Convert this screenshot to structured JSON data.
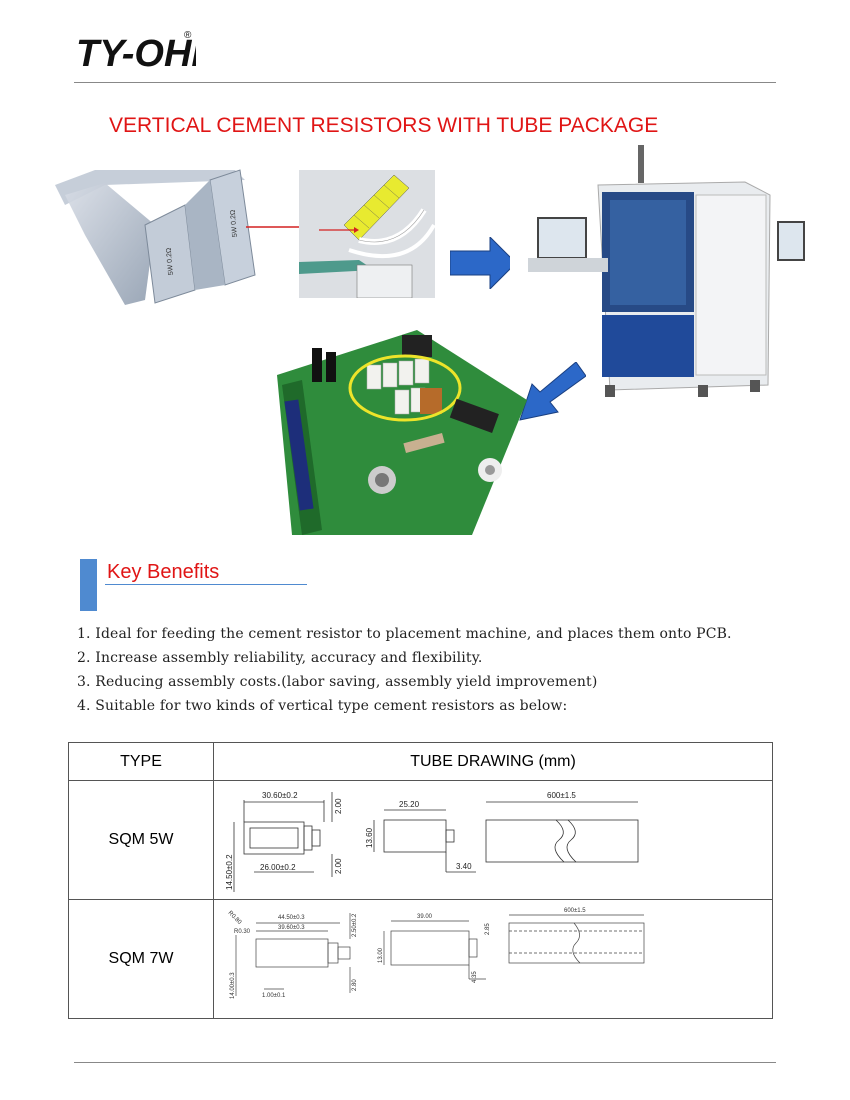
{
  "header": {
    "logo_text": "TY-OHM",
    "logo_registered": "®",
    "title": "VERTICAL CEMENT RESISTORS WITH TUBE PACKAGE"
  },
  "illustrations": {
    "tube_labels": [
      "5W 0.2Ω",
      "5W 0.2Ω"
    ]
  },
  "key_benefits": {
    "heading": "Key Benefits",
    "items": [
      "1. Ideal for feeding the cement resistor to placement machine, and places them onto PCB.",
      "2. Increase assembly reliability, accuracy and flexibility.",
      "3. Reducing assembly costs.(labor saving, assembly yield improvement)",
      "4. Suitable for two kinds of vertical type cement resistors as below:"
    ]
  },
  "table": {
    "col_type": "TYPE",
    "col_drawing": "TUBE DRAWING (mm)",
    "rows": [
      {
        "type": "SQM 5W",
        "dims": {
          "a": "30.60±0.2",
          "b": "2.00",
          "c": "14.50±0.2",
          "d": "26.00±0.2",
          "e": "2.00",
          "f": "25.20",
          "g": "13.60",
          "h": "3.40",
          "i": "600±1.5"
        }
      },
      {
        "type": "SQM 7W",
        "dims": {
          "a": "44.50±0.3",
          "b": "39.60±0.3",
          "c": "R0.80",
          "d": "R0.30",
          "e": "2.50±0.2",
          "f": "14.00±0.3",
          "g": "1.00±0.1",
          "h": "2.80",
          "i": "39.00",
          "j": "2.85",
          "k": "13.00",
          "l": "4.35",
          "m": "600±1.5"
        }
      }
    ]
  }
}
